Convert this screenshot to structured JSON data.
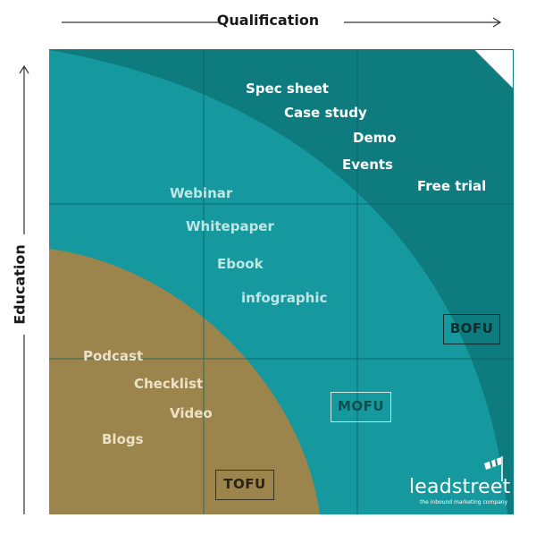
{
  "axes": {
    "x_title": "Qualification",
    "y_title": "Education"
  },
  "content_items": {
    "bofu": [
      "Spec sheet",
      "Case study",
      "Demo",
      "Events",
      "Free trial"
    ],
    "mofu": [
      "Webinar",
      "Whitepaper",
      "Ebook",
      "infographic"
    ],
    "tofu": [
      "Podcast",
      "Checklist",
      "Video",
      "Blogs"
    ]
  },
  "stages": {
    "bofu": "BOFU",
    "mofu": "MOFU",
    "tofu": "TOFU"
  },
  "logo": {
    "wordmark": "leadstreet",
    "tagline": "the inbound marketing company"
  },
  "colors": {
    "bofu_region": "#0e7b7f",
    "mofu_region": "#15999e",
    "tofu_region": "#9c844d",
    "grid_line": "#0a5e61"
  }
}
